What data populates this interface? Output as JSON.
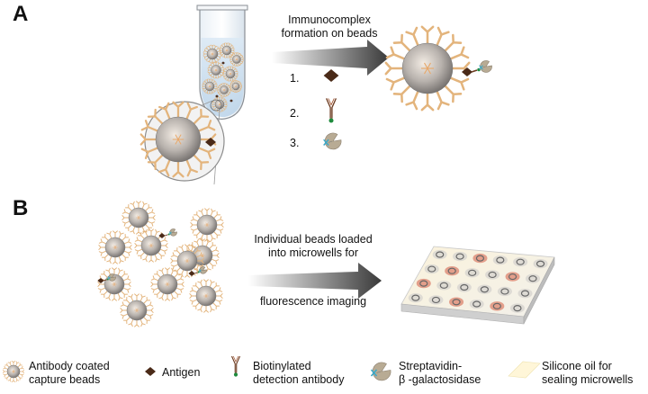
{
  "panels": {
    "a": {
      "letter": "A",
      "arrow_label_line1": "Immunocomplex",
      "arrow_label_line2": "formation on beads",
      "steps": [
        "1.",
        "2.",
        "3."
      ]
    },
    "b": {
      "letter": "B",
      "arrow_label_line1": "Individual beads loaded",
      "arrow_label_line2": "into microwells for",
      "arrow_label_line3": "fluorescence imaging"
    }
  },
  "legend": {
    "bead": {
      "line1": "Antibody coated",
      "line2": "capture beads",
      "icon": "capture-bead-icon"
    },
    "antigen": {
      "line1": "Antigen",
      "icon": "antigen-icon"
    },
    "detection": {
      "line1": "Biotinylated",
      "line2": "detection antibody",
      "icon": "detection-antibody-icon"
    },
    "enzyme": {
      "line1": "Streptavidin-",
      "line2": "β -galactosidase",
      "icon": "streptavidin-galactosidase-icon"
    },
    "oil": {
      "line1": "Silicone oil for",
      "line2": "sealing microwells",
      "icon": "silicone-oil-icon"
    }
  },
  "colors": {
    "antibody": "#e3b47c",
    "bead_core": "#9a9a9a",
    "antigen": "#4a2a18",
    "detection_antibody": "#6b3a1f",
    "biotin": "#1e8a3c",
    "enzyme": "#b8ab94",
    "streptavidin_link": "#3aa8c8",
    "oil": "#fff6d8",
    "fluorescent_well": "#e29a86"
  }
}
